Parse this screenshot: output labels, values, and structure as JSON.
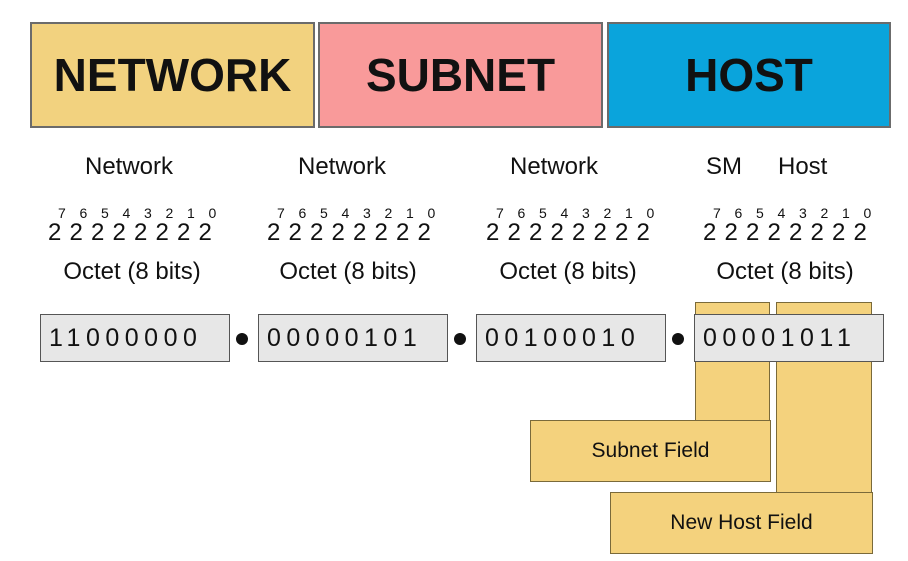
{
  "bands": {
    "network": {
      "label": "NETWORK",
      "color": "#f2d27f"
    },
    "subnet": {
      "label": "SUBNET",
      "color": "#f99a9a"
    },
    "host": {
      "label": "HOST",
      "color": "#0aa4dc"
    }
  },
  "columns": [
    {
      "label": "Network",
      "octet_label": "Octet (8 bits)",
      "bits": "11000000"
    },
    {
      "label": "Network",
      "octet_label": "Octet (8 bits)",
      "bits": "00000101"
    },
    {
      "label": "Network",
      "octet_label": "Octet (8 bits)",
      "bits": "00100010"
    },
    {
      "label_sm": "SM",
      "label_host": "Host",
      "octet_label": "Octet (8 bits)",
      "bits": "00001011"
    }
  ],
  "power_base": "2",
  "power_exponents": [
    "7",
    "6",
    "5",
    "4",
    "3",
    "2",
    "1",
    "0"
  ],
  "fields": {
    "subnet_field": "Subnet Field",
    "new_host_field": "New Host Field"
  },
  "colors": {
    "field_fill": "#f4d27d",
    "octet_fill": "#e7e7e7"
  }
}
